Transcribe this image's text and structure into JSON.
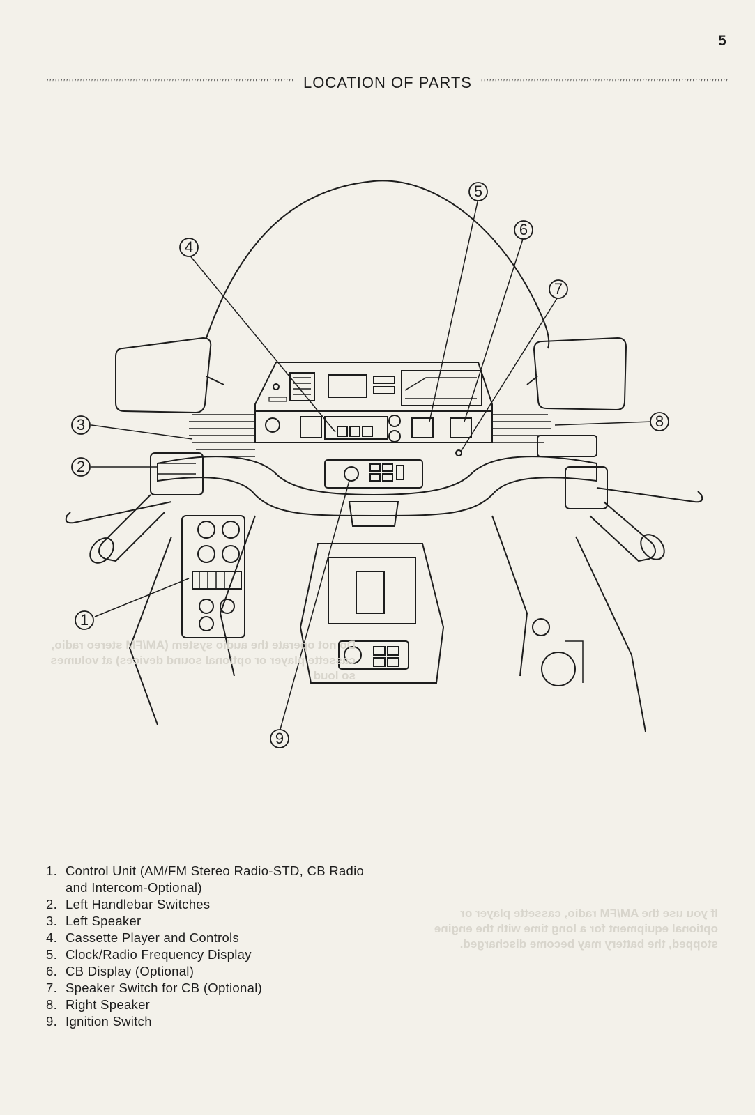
{
  "page": {
    "number": "5",
    "section_title": "LOCATION OF PARTS"
  },
  "figure": {
    "callouts": [
      "1",
      "2",
      "3",
      "4",
      "5",
      "6",
      "7",
      "8",
      "9"
    ]
  },
  "legend": {
    "items": [
      {
        "num": "1.",
        "text": "Control Unit (AM/FM Stereo Radio-STD, CB Radio and Intercom-Optional)"
      },
      {
        "num": "2.",
        "text": "Left Handlebar Switches"
      },
      {
        "num": "3.",
        "text": "Left Speaker"
      },
      {
        "num": "4.",
        "text": "Cassette Player and Controls"
      },
      {
        "num": "5.",
        "text": "Clock/Radio Frequency Display"
      },
      {
        "num": "6.",
        "text": "CB Display (Optional)"
      },
      {
        "num": "7.",
        "text": "Speaker Switch for CB (Optional)"
      },
      {
        "num": "8.",
        "text": "Right Speaker"
      },
      {
        "num": "9.",
        "text": "Ignition Switch"
      }
    ]
  }
}
